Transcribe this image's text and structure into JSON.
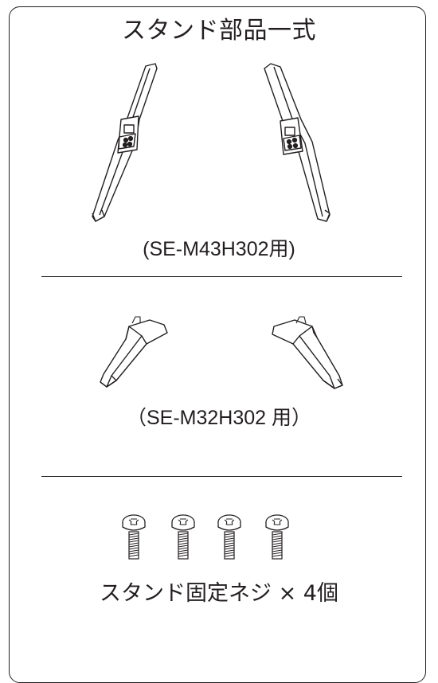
{
  "section_stands_large": {
    "title": "スタンド部品一式",
    "model_label": "(SE-M43H302用)"
  },
  "section_stands_small": {
    "model_label": "（SE-M32H302 用）"
  },
  "section_screws": {
    "label": "スタンド固定ネジ × 4個",
    "screw_count": 4
  },
  "colors": {
    "line": "#231f20",
    "background": "#ffffff"
  }
}
